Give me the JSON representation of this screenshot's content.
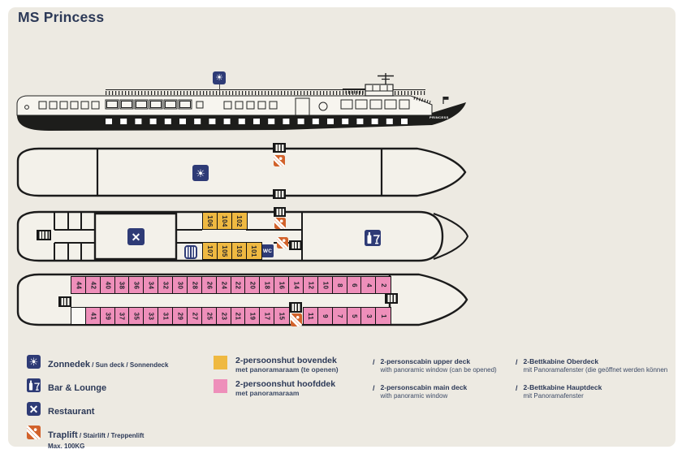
{
  "title": "MS Princess",
  "ship_label": "PRINCESS",
  "colors": {
    "card_bg": "#EDEAE2",
    "deck_fill": "#F3F1EA",
    "navy": "#2E3B76",
    "orange": "#D2622B",
    "yellow_cabin": "#EFB941",
    "pink_cabin": "#EE8FBA",
    "title_text": "#2C3957"
  },
  "decks": {
    "upper": {
      "cabins_top": [
        "106",
        "104",
        "102"
      ],
      "cabins_bottom": [
        "107",
        "105",
        "103",
        "101"
      ],
      "wc_label": "WC"
    },
    "main": {
      "cabins_top": [
        "44",
        "42",
        "40",
        "38",
        "36",
        "34",
        "32",
        "30",
        "28",
        "26",
        "24",
        "22",
        "20",
        "18",
        "16",
        "14",
        "12",
        "10",
        "8",
        "6",
        "4",
        "2"
      ],
      "cabins_bottom": [
        "",
        "41",
        "39",
        "37",
        "35",
        "33",
        "31",
        "29",
        "27",
        "25",
        "23",
        "21",
        "19",
        "17",
        "15",
        "|",
        "11",
        "9",
        "7",
        "5",
        "3",
        "1"
      ]
    }
  },
  "legend": {
    "facilities": [
      {
        "icon": "sun-icon",
        "primary": "Zonnedek",
        "secondary": "/ Sun deck / Sonnendeck"
      },
      {
        "icon": "bar-icon",
        "primary": "Bar & Lounge",
        "secondary": ""
      },
      {
        "icon": "restaurant-icon",
        "primary": "Restaurant",
        "secondary": ""
      },
      {
        "icon": "stairlift-icon",
        "primary": "Traplift",
        "secondary": "/ Stairlift / Treppenlift",
        "note": "Max. 100KG"
      }
    ],
    "cabins": [
      {
        "swatch": "#EFB941",
        "nl_line1": "2-persoonshut bovendek",
        "nl_line2": "met panoramaraam (te openen)",
        "en_line1": "2-personscabin upper deck",
        "en_line2": "with panoramic window (can be opened)",
        "de_line1": "2-Bettkabine Oberdeck",
        "de_line2": "mit Panoramafenster (die geöffnet werden können"
      },
      {
        "swatch": "#EE8FBA",
        "nl_line1": "2-persoonshut hoofddek",
        "nl_line2": "met panoramaraam",
        "en_line1": "2-personscabin main deck",
        "en_line2": "with panoramic window",
        "de_line1": "2-Bettkabine Hauptdeck",
        "de_line2": "mit Panoramafenster"
      }
    ]
  }
}
